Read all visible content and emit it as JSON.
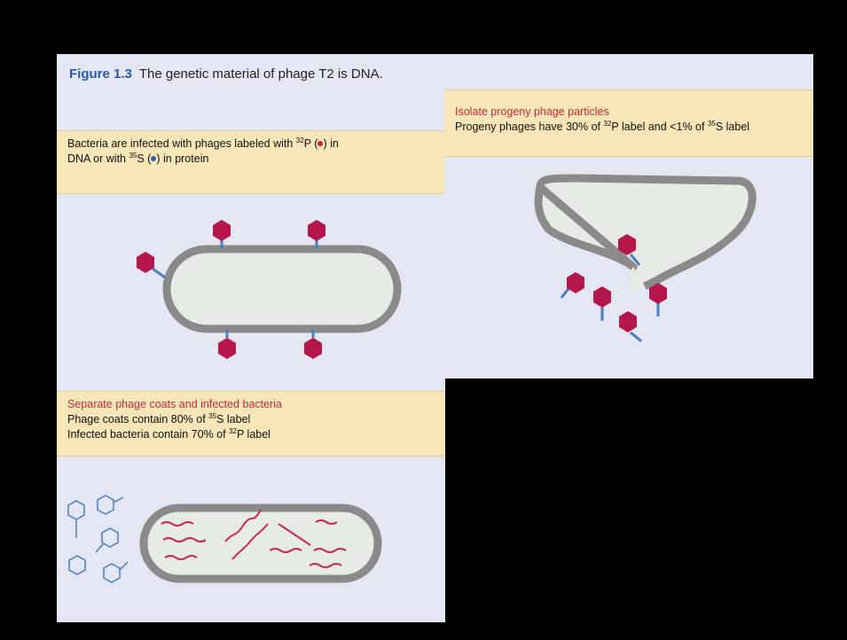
{
  "figure": {
    "number": "Figure 1.3",
    "title": "The genetic material of phage T2 is DNA."
  },
  "step1": {
    "text_a": "Bacteria are infected with phages labeled with ",
    "iso_p": "32",
    "p_symbol": "P (",
    "text_b": ") in",
    "text_c": "DNA or with ",
    "iso_s": "35",
    "s_symbol": "S (",
    "text_d": ") in protein"
  },
  "step2": {
    "heading": "Separate phage coats and infected bacteria",
    "line1_a": "Phage coats contain 80% of ",
    "line1_iso": "35",
    "line1_b": "S  label",
    "line2_a": "Infected bacteria contain 70% of ",
    "line2_iso": "32",
    "line2_b": "P label"
  },
  "step3": {
    "heading": "Isolate progeny phage particles",
    "line_a": "Progeny phages have 30% of ",
    "iso_p": "32",
    "line_b": "P label and <1% of ",
    "iso_s": "35",
    "line_c": "S label"
  },
  "colors": {
    "background": "#000000",
    "panel": "#e4e6f3",
    "label_box": "#f6e6b8",
    "phage_head": "#b5174a",
    "phage_tail": "#4a7fc0",
    "cell_wall": "#8a8a8a",
    "dna_strand": "#c8284c",
    "p32_dot": "#c8283c",
    "s35_dot": "#2f5fb0"
  }
}
